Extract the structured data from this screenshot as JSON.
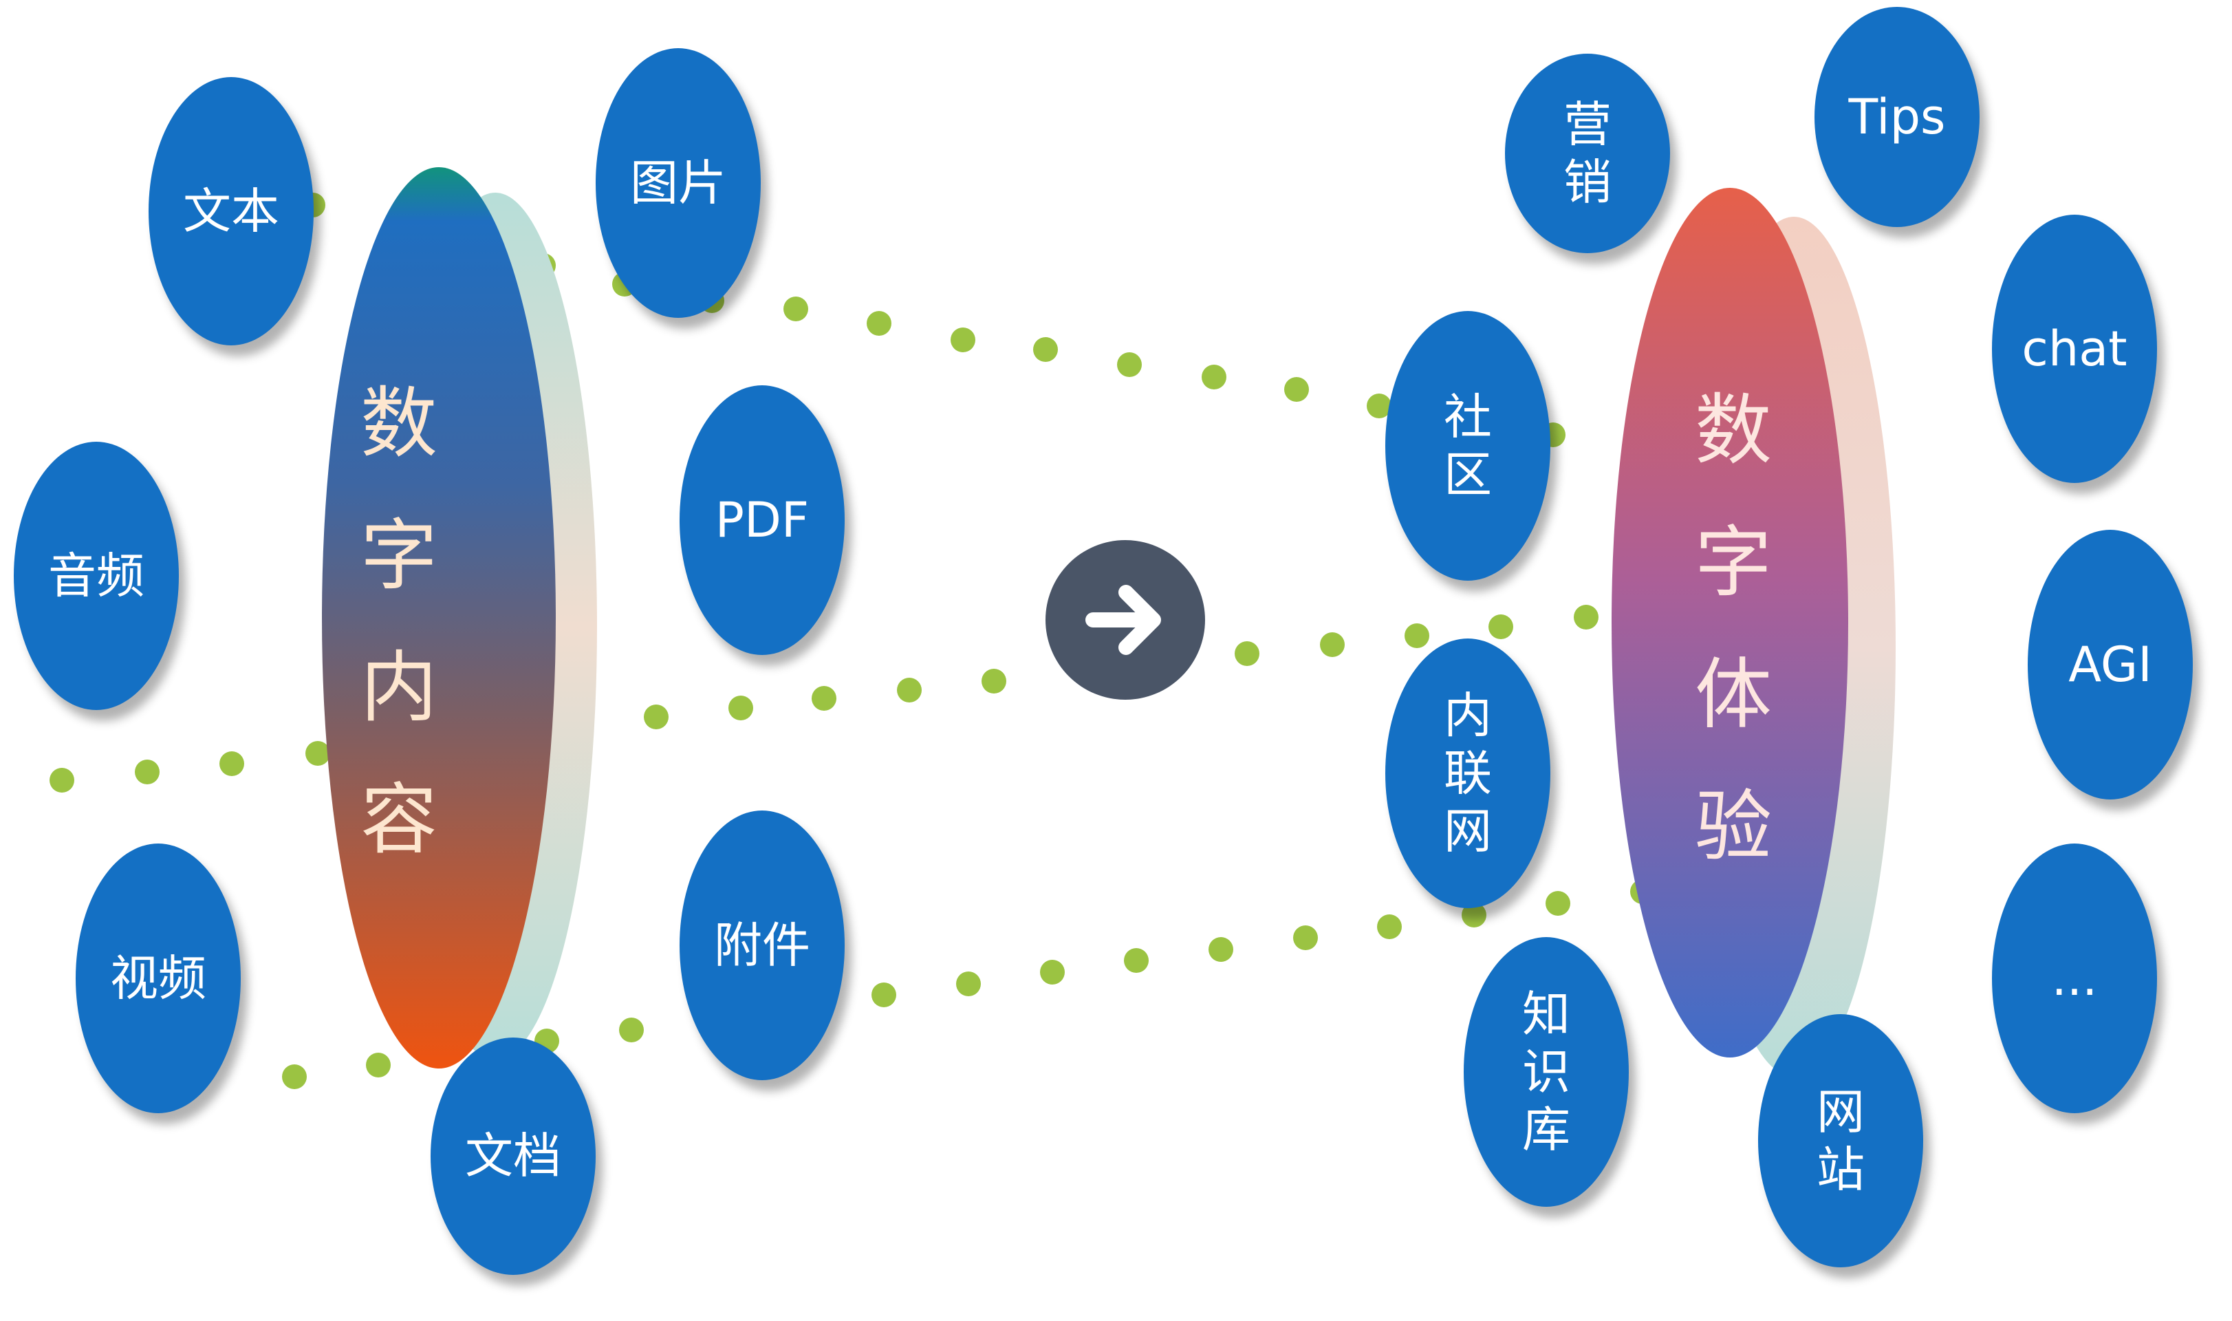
{
  "colors": {
    "node_fill": "#1470c4",
    "dot": "#9bc342",
    "arrow_bg": "#4a5567",
    "content_gradient": [
      "#12937d",
      "#2a6bb3",
      "#6d5f73",
      "#e85712"
    ],
    "experience_gradient": [
      "#e6604a",
      "#b05f94",
      "#4d6bc4"
    ]
  },
  "left_hub": {
    "title_chars": [
      "数",
      "字",
      "内",
      "容"
    ]
  },
  "right_hub": {
    "title_chars": [
      "数",
      "字",
      "体",
      "验"
    ]
  },
  "content_nodes": {
    "text": "文本",
    "image": "图片",
    "audio": "音频",
    "pdf": "PDF",
    "video": "视频",
    "attachment": "附件",
    "document": "文档"
  },
  "experience_nodes": {
    "marketing": [
      "营",
      "销"
    ],
    "tips": "Tips",
    "chat": "chat",
    "community": [
      "社",
      "区"
    ],
    "agi": "AGI",
    "intranet": [
      "内",
      "联",
      "网"
    ],
    "more": "...",
    "knowledge_base": [
      "知",
      "识",
      "库"
    ],
    "website": [
      "网",
      "站"
    ]
  },
  "arrow": {
    "icon": "arrow-right-icon"
  }
}
